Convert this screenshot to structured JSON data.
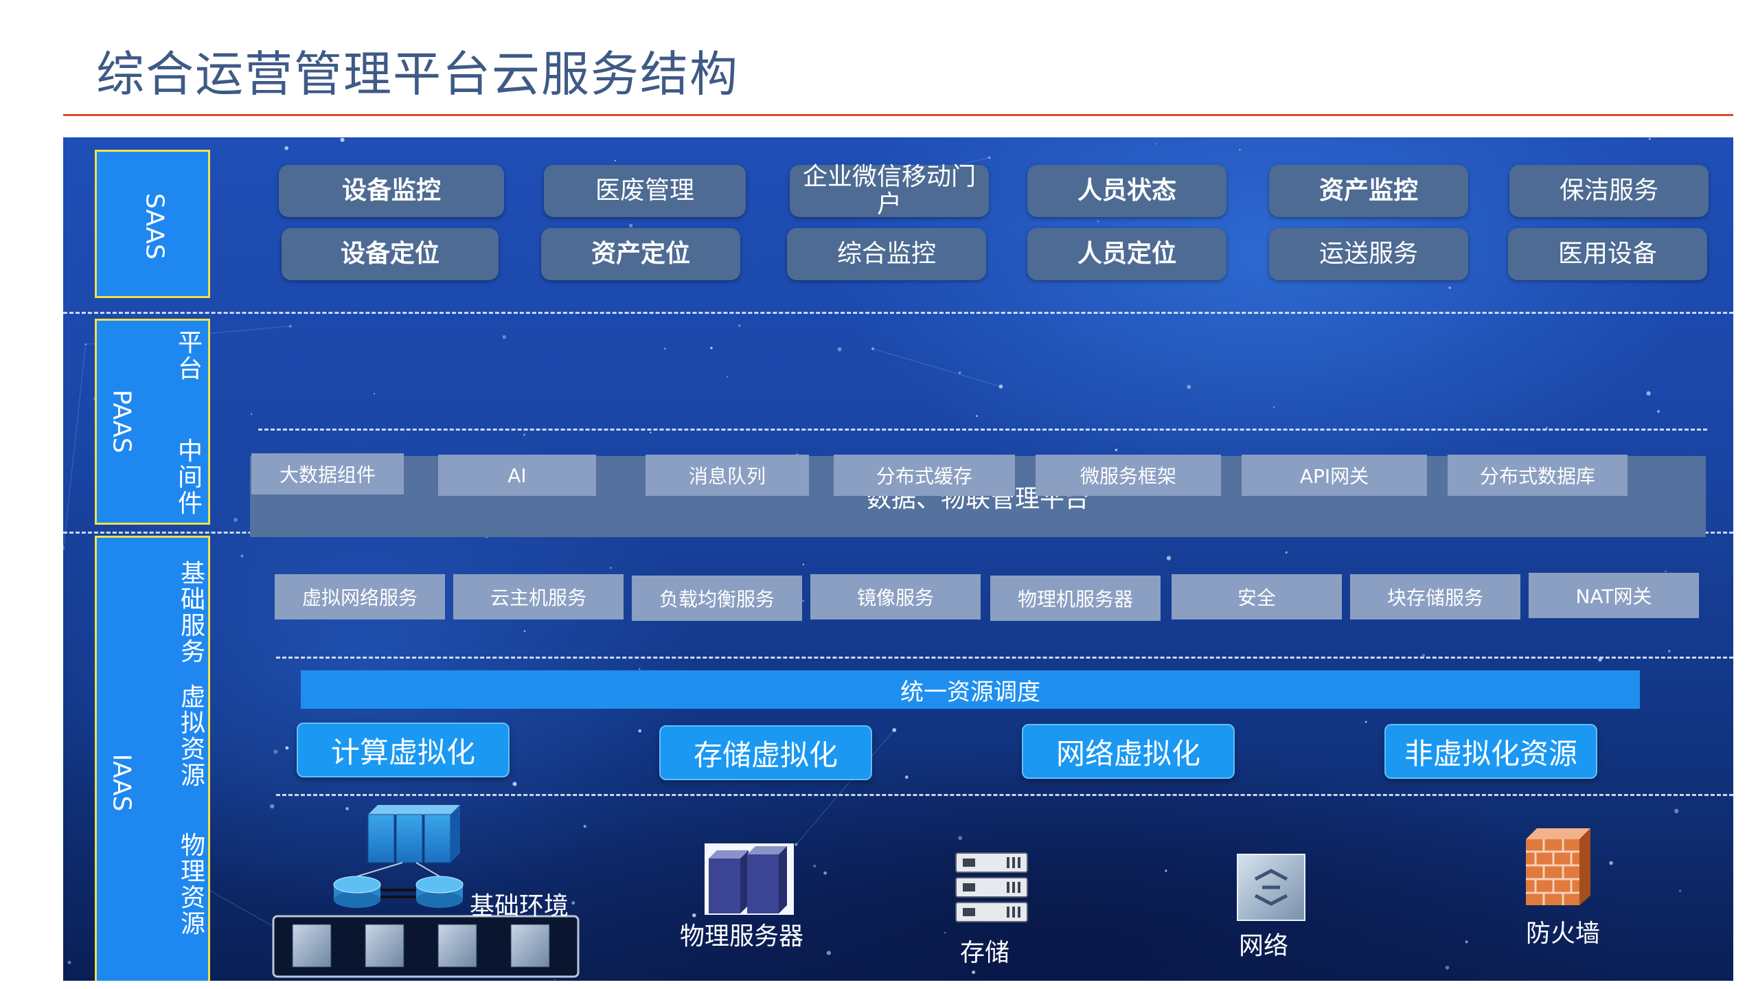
{
  "title": "综合运营管理平台云服务结构",
  "layers": {
    "saas": "SAAS",
    "paas": "PAAS",
    "iaas": "IAAS"
  },
  "sublabels": {
    "platform": "平台",
    "middleware": "中间件",
    "basic_services": "基础服务",
    "virtual_resources": "虚拟资源",
    "physical_resources": "物理资源"
  },
  "saas_services": {
    "row1": [
      "设备监控",
      "医废管理",
      "企业微信移动门户",
      "人员状态",
      "资产监控",
      "保洁服务"
    ],
    "row2": [
      "设备定位",
      "资产定位",
      "综合监控",
      "人员定位",
      "运送服务",
      "医用设备"
    ]
  },
  "paas": {
    "platform": "数据、物联管理平台",
    "middleware": [
      "大数据组件",
      "AI",
      "消息队列",
      "分布式缓存",
      "微服务框架",
      "API网关",
      "分布式数据库"
    ]
  },
  "iaas": {
    "basic_services": [
      "虚拟网络服务",
      "云主机服务",
      "负载均衡服务",
      "镜像服务",
      "物理机服务器",
      "安全",
      "块存储服务",
      "NAT网关"
    ],
    "scheduling": "统一资源调度",
    "virtualization": [
      "计算虚拟化",
      "存储虚拟化",
      "网络虚拟化",
      "非虚拟化资源"
    ],
    "physical": {
      "environment": "基础环境",
      "server": "物理服务器",
      "storage": "存储",
      "network": "网络",
      "firewall": "防火墙"
    }
  },
  "colors": {
    "title": "#3e5a86",
    "rule": "#d9492b",
    "layer_box": "#1e88f0",
    "layer_border": "#f2e14a",
    "service_pill": "#4d6b93",
    "middleware_box": "#8b9fc2",
    "virtualization_button": "#1a98f2"
  }
}
